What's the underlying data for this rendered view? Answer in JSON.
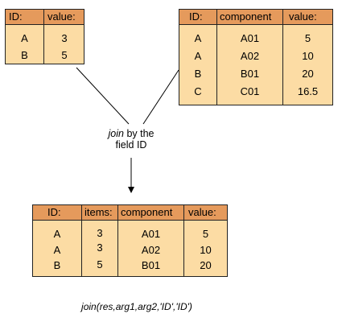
{
  "table1": {
    "headers": [
      "ID:",
      "value:"
    ],
    "rows": [
      [
        "A",
        "3"
      ],
      [
        "B",
        "5"
      ]
    ]
  },
  "table2": {
    "headers": [
      "ID:",
      "component",
      "value:"
    ],
    "rows": [
      [
        "A",
        "A01",
        "5"
      ],
      [
        "A",
        "A02",
        "10"
      ],
      [
        "B",
        "B01",
        "20"
      ],
      [
        "C",
        "C01",
        "16.5"
      ]
    ]
  },
  "table3": {
    "headers": [
      "ID:",
      "items:",
      "component",
      "value:"
    ],
    "rows": [
      [
        "A",
        "3",
        "A01",
        "5"
      ],
      [
        "A",
        "3",
        "A02",
        "10"
      ],
      [
        "B",
        "5",
        "B01",
        "20"
      ]
    ]
  },
  "join_label": {
    "line1_italic": "join",
    "line1_rest": " by the",
    "line2": "field ID"
  },
  "formula": "join(res,arg1,arg2,'ID','ID')"
}
